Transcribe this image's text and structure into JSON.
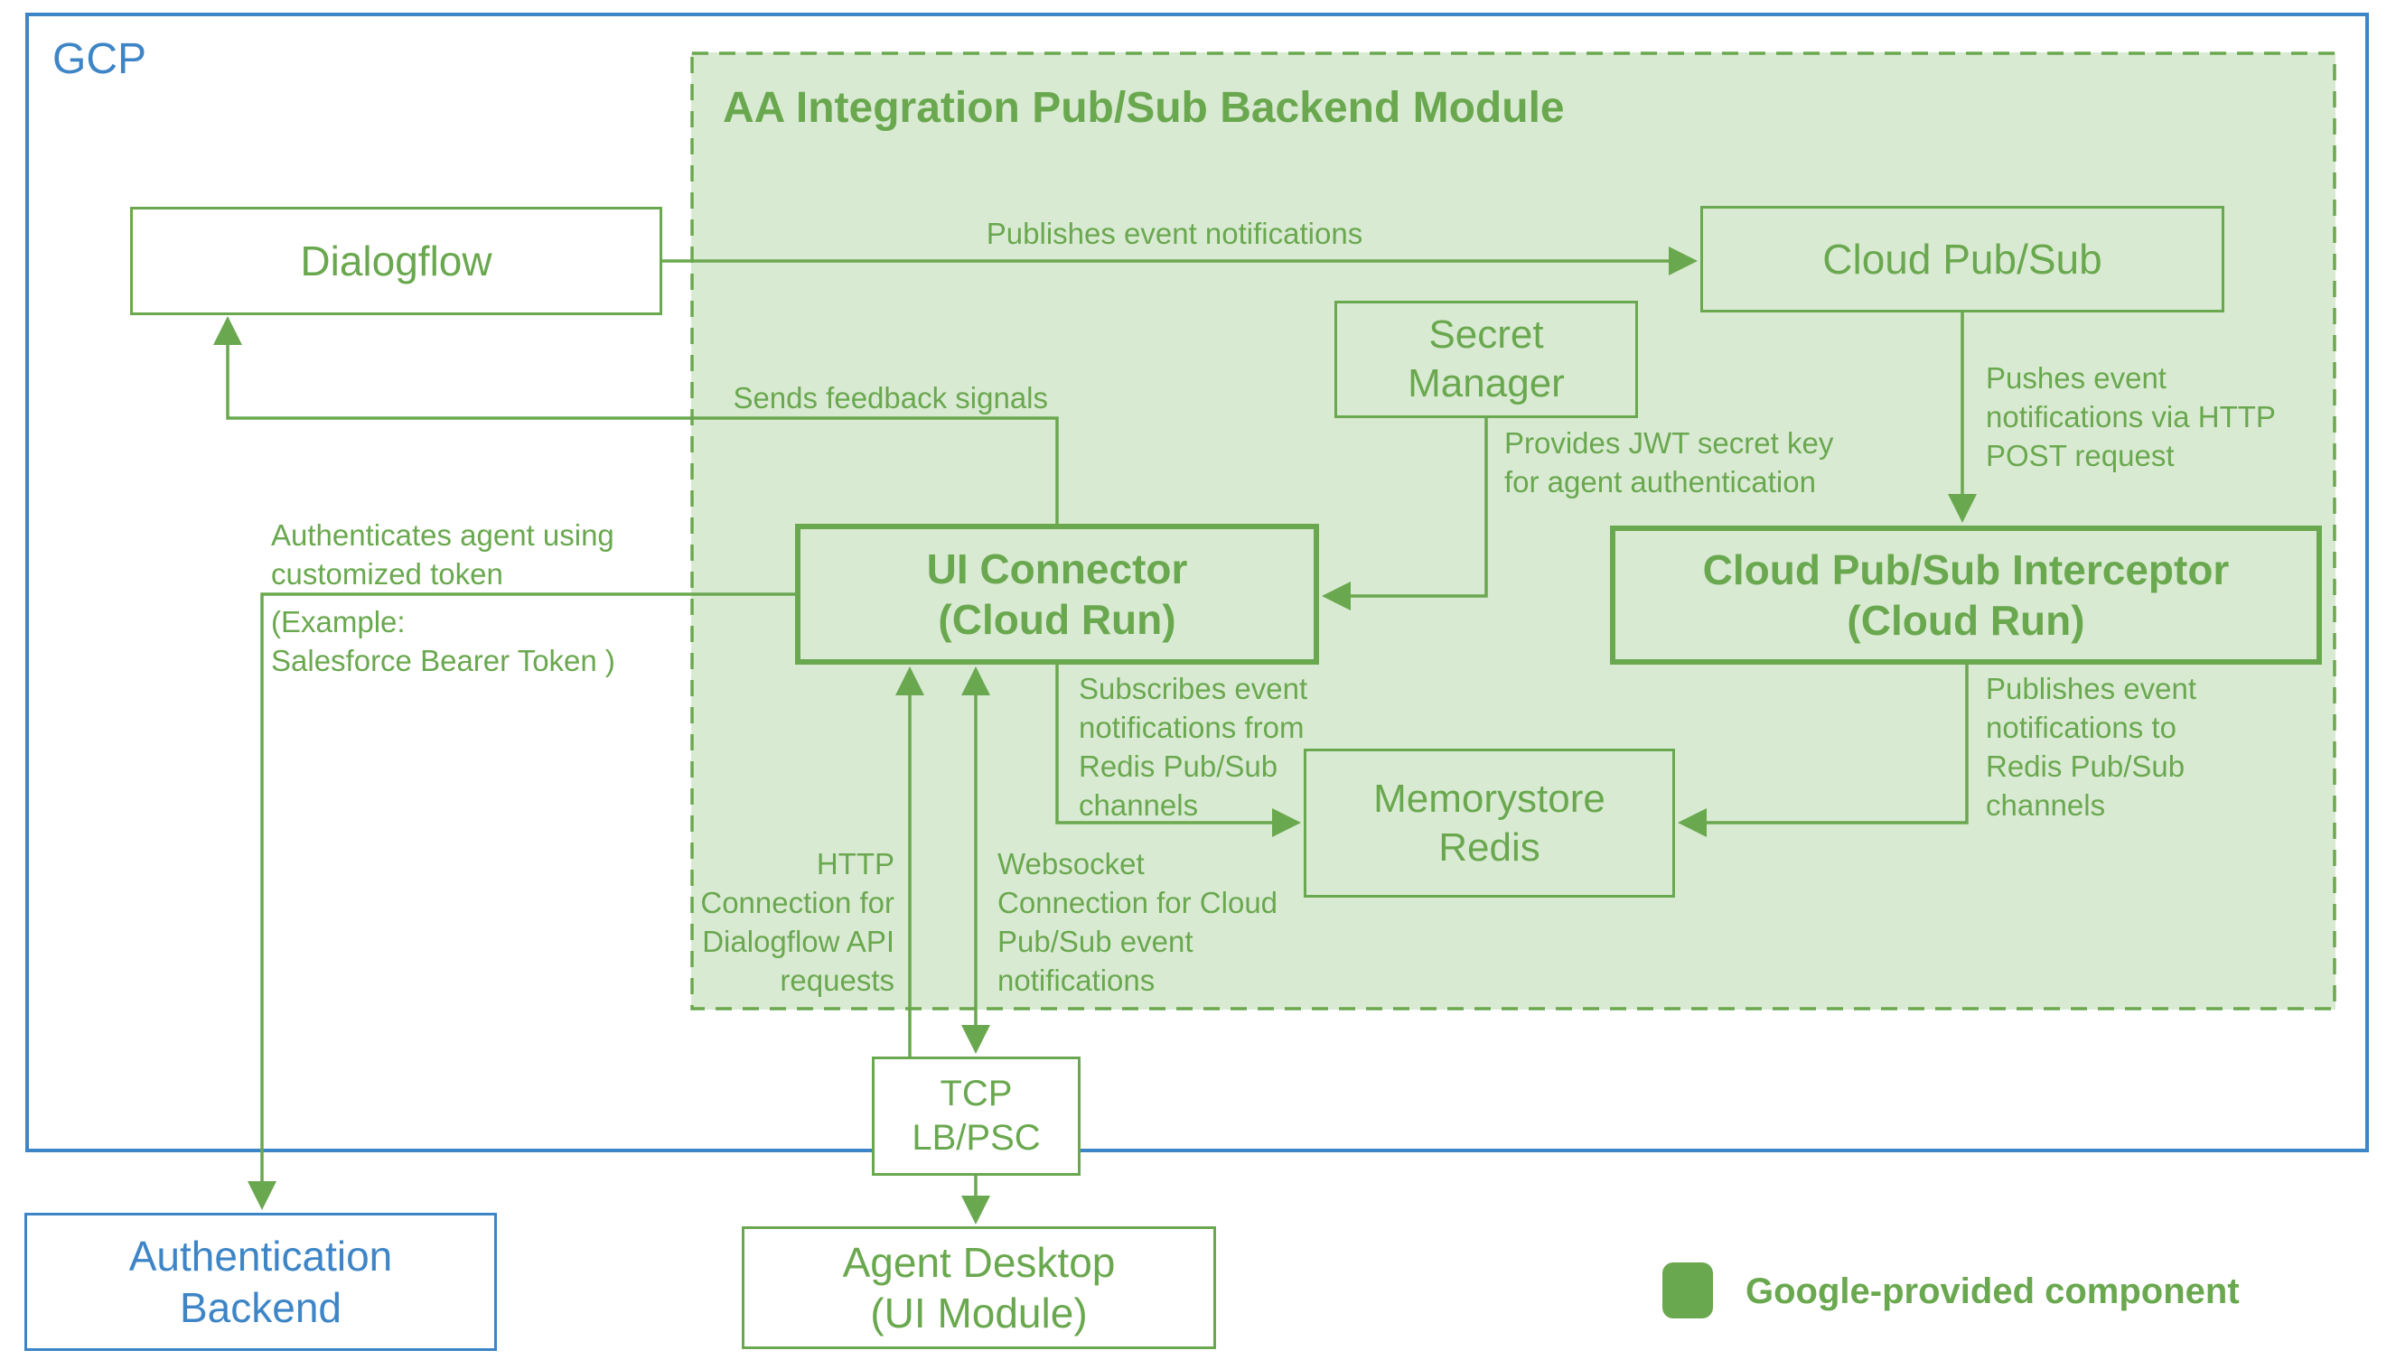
{
  "colors": {
    "green": "#6aa84f",
    "green_fill": "#d9ead3",
    "blue": "#3d85c6",
    "background": "#ffffff"
  },
  "gcp": {
    "label": "GCP"
  },
  "module": {
    "title": "AA Integration Pub/Sub Backend Module"
  },
  "nodes": {
    "dialogflow": {
      "label": "Dialogflow"
    },
    "cloud_pubsub": {
      "label": "Cloud Pub/Sub"
    },
    "secret_manager": {
      "label": "Secret\nManager"
    },
    "ui_connector": {
      "label": "UI Connector\n(Cloud Run)"
    },
    "interceptor": {
      "label": "Cloud Pub/Sub Interceptor\n(Cloud Run)"
    },
    "memorystore": {
      "label": "Memorystore\nRedis"
    },
    "tcp_lb": {
      "label": "TCP\nLB/PSC"
    },
    "agent_desktop": {
      "label": "Agent Desktop\n(UI Module)"
    },
    "auth_backend": {
      "label": "Authentication\nBackend"
    }
  },
  "annotations": {
    "publishes_event": "Publishes event notifications",
    "pushes_event": "Pushes event\nnotifications via HTTP\nPOST request",
    "provides_jwt": "Provides JWT secret key\nfor agent authentication",
    "sends_feedback": "Sends feedback signals",
    "authenticates": "Authenticates agent using\ncustomized token",
    "auth_example": "(Example:\nSalesforce Bearer Token )",
    "subscribes": "Subscribes event\nnotifications from\nRedis Pub/Sub\nchannels",
    "publishes_redis": "Publishes event\nnotifications to\nRedis Pub/Sub\nchannels",
    "http_connection": "HTTP\nConnection for\nDialogflow API\nrequests",
    "websocket_connection": "Websocket\nConnection for Cloud\nPub/Sub event\nnotifications"
  },
  "legend": {
    "label": "Google-provided component"
  }
}
